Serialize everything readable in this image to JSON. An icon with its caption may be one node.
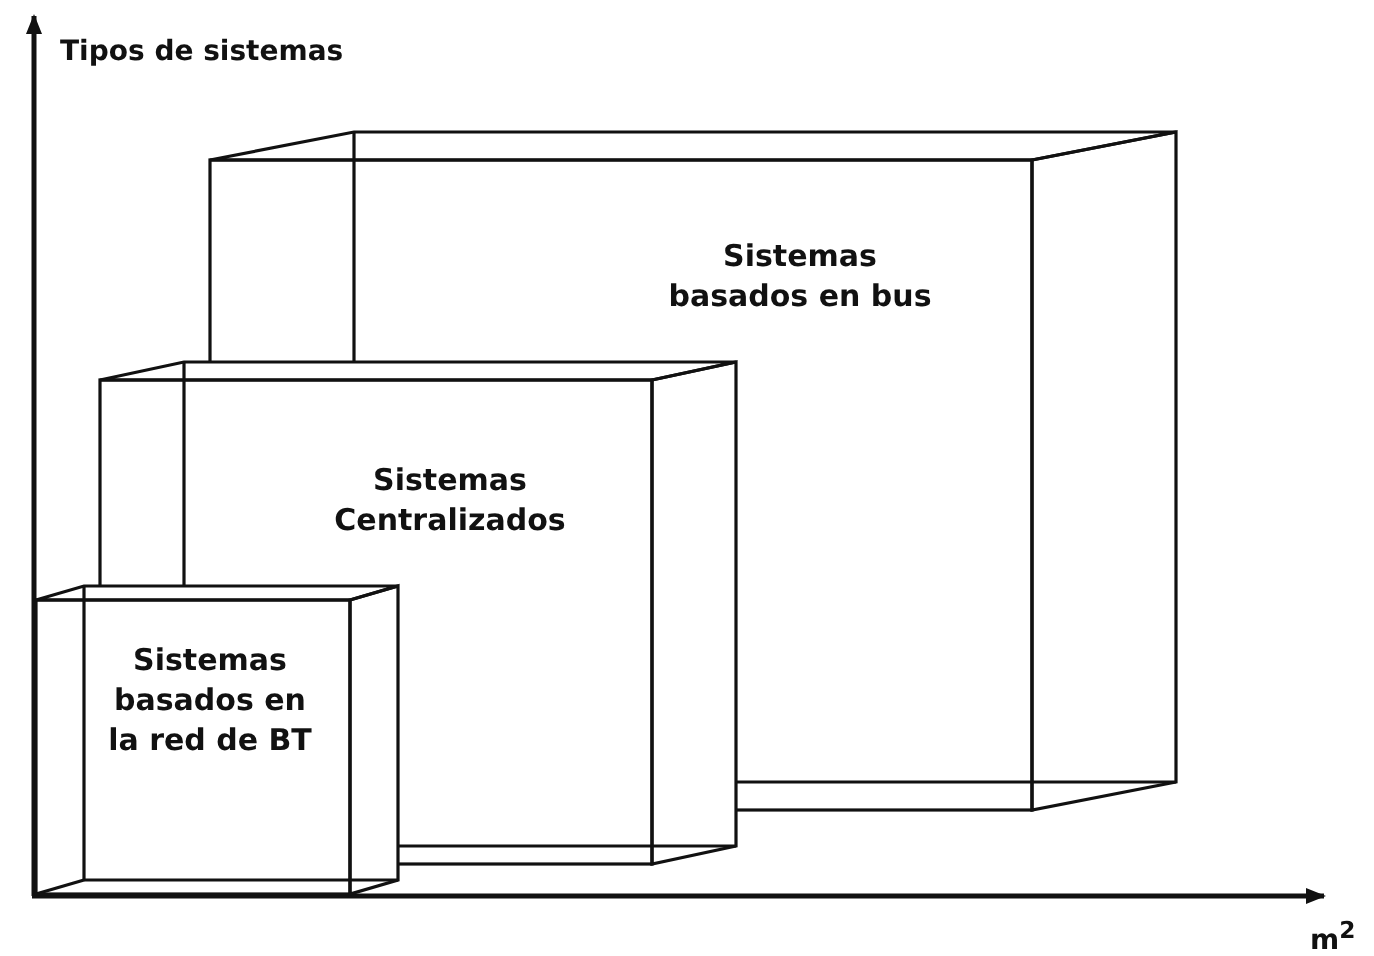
{
  "diagram": {
    "nodes": [
      {
        "text": [
          "Sistemas basados en bus"
        ]
      },
      {
        "text": [
          "Sistemas Centralizados"
        ]
      },
      {
        "text": [
          "Sistemas basados en la red de BT"
        ]
      }
    ],
    "labels": [
      "Tipos de sistemas",
      "m$^{2}$"
    ]
  }
}
